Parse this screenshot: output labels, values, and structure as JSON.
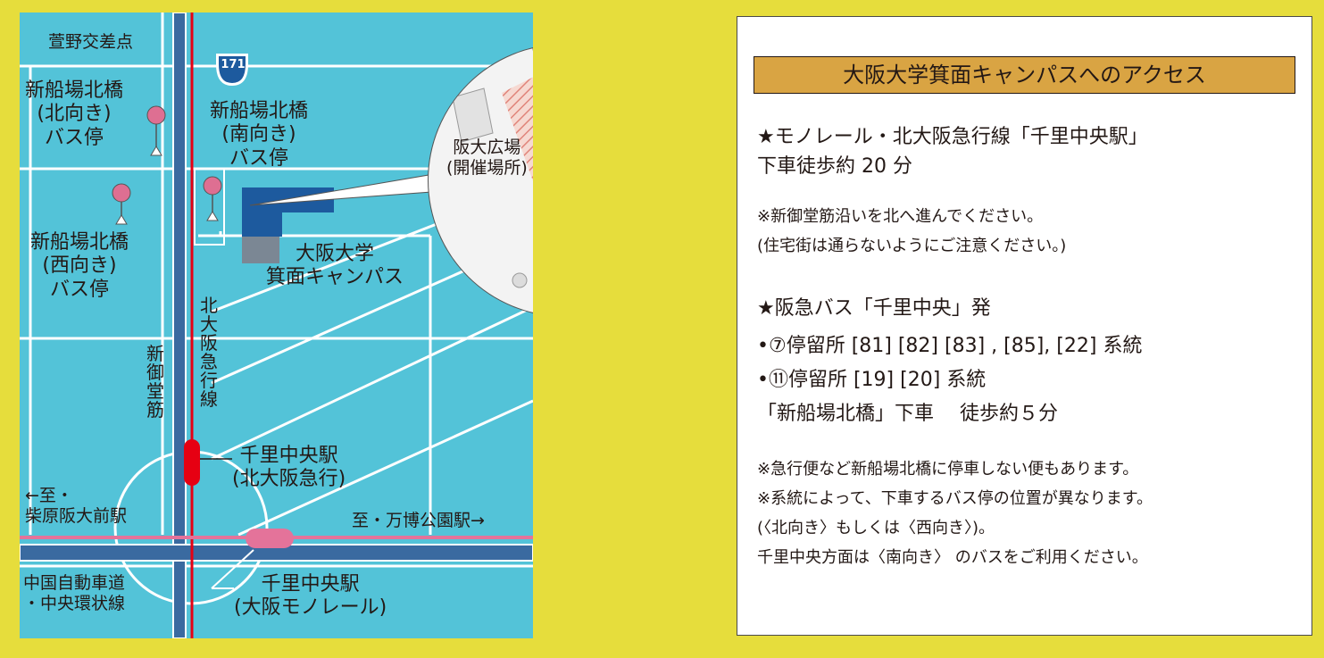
{
  "map": {
    "labels": {
      "kayano": "萱野交差点",
      "route_number": "171",
      "busstop_north": [
        "新船場北橋",
        "(北向き)",
        "バス停"
      ],
      "busstop_south": [
        "新船場北橋",
        "(南向き)",
        "バス停"
      ],
      "busstop_west": [
        "新船場北橋",
        "(西向き)",
        "バス停"
      ],
      "campus": [
        "大阪大学",
        "箕面キャンパス"
      ],
      "kita_osaka_line": "北大阪急行線",
      "shin_mido_suji": "新御堂筋",
      "senri_chuo_kitakyu": [
        "千里中央駅",
        "(北大阪急行)"
      ],
      "to_shibahara": [
        "←至・",
        "柴原阪大前駅"
      ],
      "to_banpaku": "至・万博公園駅→",
      "expressway": [
        "中国自動車道",
        "・中央環状線"
      ],
      "senri_chuo_monorail": [
        "千里中央駅",
        "(大阪モノレール)"
      ],
      "plaza": [
        "阪大広場",
        "(開催場所)"
      ]
    }
  },
  "info": {
    "title": "大阪大学箕面キャンパスへのアクセス",
    "monorail_line1": "★モノレール・北大阪急行線「千里中央駅」",
    "monorail_line2": "下車徒歩約 20 分",
    "note1_line1": "※新御堂筋沿いを北へ進んでください。",
    "note1_line2": "(住宅街は通らないようにご注意ください。)",
    "bus_heading": "★阪急バス「千里中央」発",
    "bus_stop7": "•⑦停留所 [81] [82] [83] , [85], [22] 系統",
    "bus_stop11": "•⑪停留所 [19] [20] 系統",
    "bus_getoff": "「新船場北橋」下車　 徒歩約５分",
    "note2_line1": "※急行便など新船場北橋に停車しない便もあります。",
    "note2_line2": "※系統によって、下車するバス停の位置が異なります。",
    "note2_line3": "(〈北向き〉もしくは〈西向き〉)。",
    "note2_line4": "千里中央方面は〈南向き〉 のバスをご利用ください。"
  },
  "colors": {
    "background": "#e6dd3c",
    "map_water": "#53c3d8",
    "road": "#ffffff",
    "highway": "#3a6aa0",
    "rail_red": "#e60012",
    "monorail_pink": "#e4739a",
    "campus_blue": "#1d5a9e",
    "title_bar": "#d9a443"
  }
}
